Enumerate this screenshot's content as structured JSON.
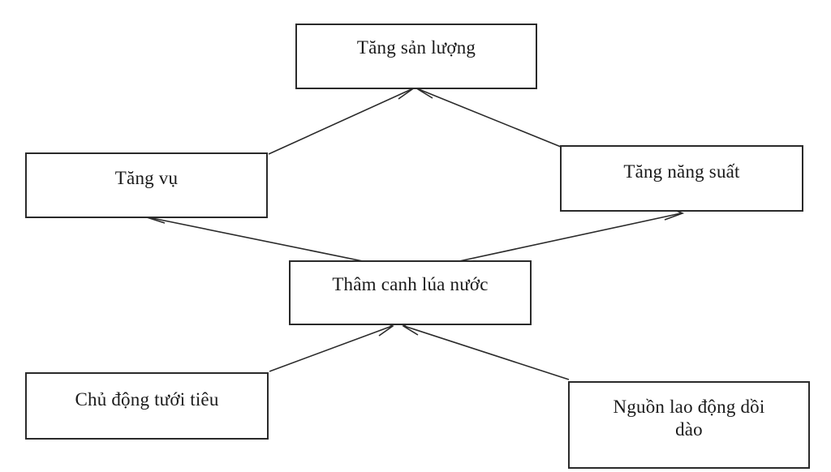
{
  "diagram": {
    "title": "Thâm canh lúa nước",
    "type": "concept-flow",
    "background_color": "#ffffff",
    "line_color": "#2a2a2a",
    "nodes": [
      {
        "id": "tang-san-luong",
        "label": "Tăng sản lượng"
      },
      {
        "id": "tang-vu",
        "label": "Tăng vụ"
      },
      {
        "id": "tang-nang-suat",
        "label": "Tăng năng suất"
      },
      {
        "id": "tham-canh",
        "label": "Thâm canh lúa nước"
      },
      {
        "id": "chu-dong-tuoi-tieu",
        "label": "Chủ động tưới tiêu"
      },
      {
        "id": "nguon-lao-dong",
        "label": "Nguồn lao động dồi\ndào"
      }
    ],
    "edges": [
      {
        "id": "e1",
        "from": "tang-vu",
        "to": "tang-san-luong"
      },
      {
        "id": "e2",
        "from": "tang-nang-suat",
        "to": "tang-san-luong"
      },
      {
        "id": "e3",
        "from": "tham-canh",
        "to": "tang-vu"
      },
      {
        "id": "e4",
        "from": "tham-canh",
        "to": "tang-nang-suat"
      },
      {
        "id": "e5",
        "from": "chu-dong-tuoi-tieu",
        "to": "tham-canh"
      },
      {
        "id": "e6",
        "from": "nguon-lao-dong",
        "to": "tham-canh"
      }
    ]
  }
}
